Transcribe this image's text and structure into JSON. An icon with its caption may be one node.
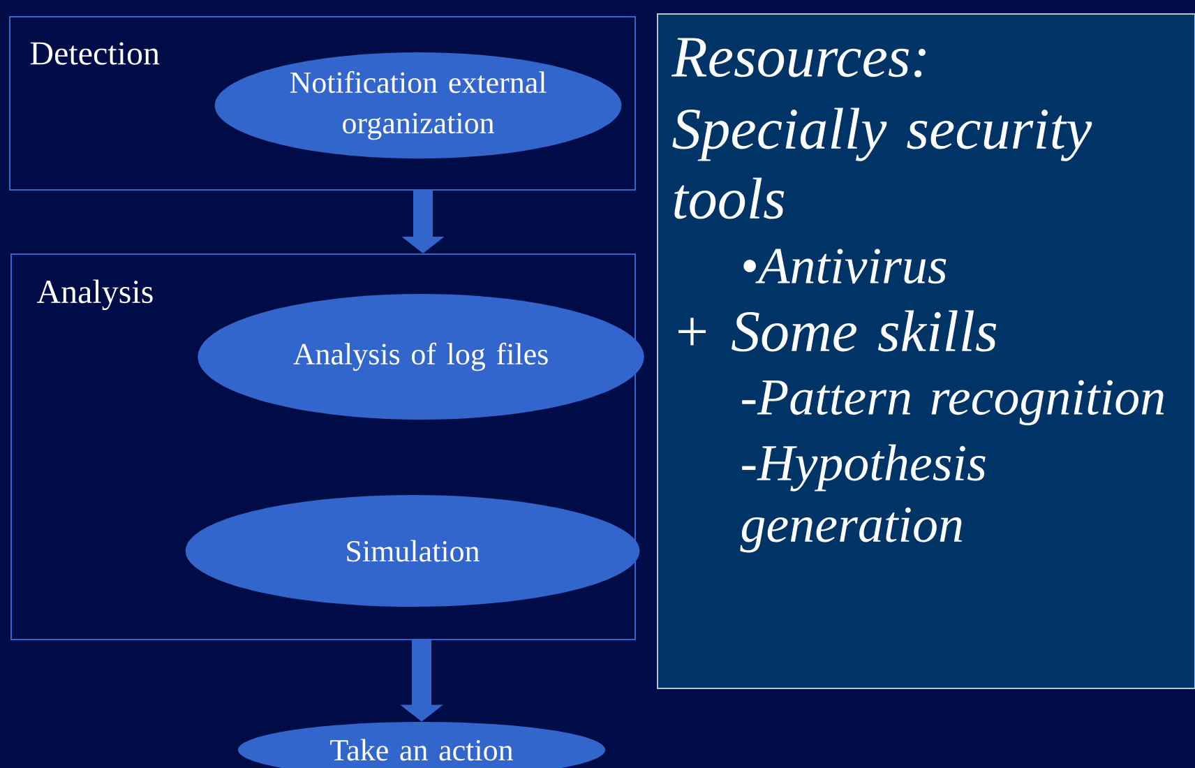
{
  "diagram": {
    "nodes": [
      {
        "text": [
          "Detection"
        ]
      },
      {
        "text": [
          "Notification external organization"
        ],
        "in": 0
      },
      {
        "text": [
          "Analysis"
        ]
      },
      {
        "text": [
          "Analysis of log files"
        ],
        "in": 2
      },
      {
        "text": [
          "Simulation"
        ],
        "in": 2
      },
      {
        "text": [
          "Take an action"
        ]
      },
      {
        "text": [
          "Resources:",
          "Specially security tools",
          "•Antivirus",
          "+ Some skills",
          "-Pattern recognition",
          "-Hypothesis generation"
        ]
      }
    ],
    "edges": [
      {
        "from": 0,
        "to": 2,
        "arrow": "to"
      },
      {
        "from": 2,
        "to": 5,
        "arrow": "to"
      }
    ]
  }
}
